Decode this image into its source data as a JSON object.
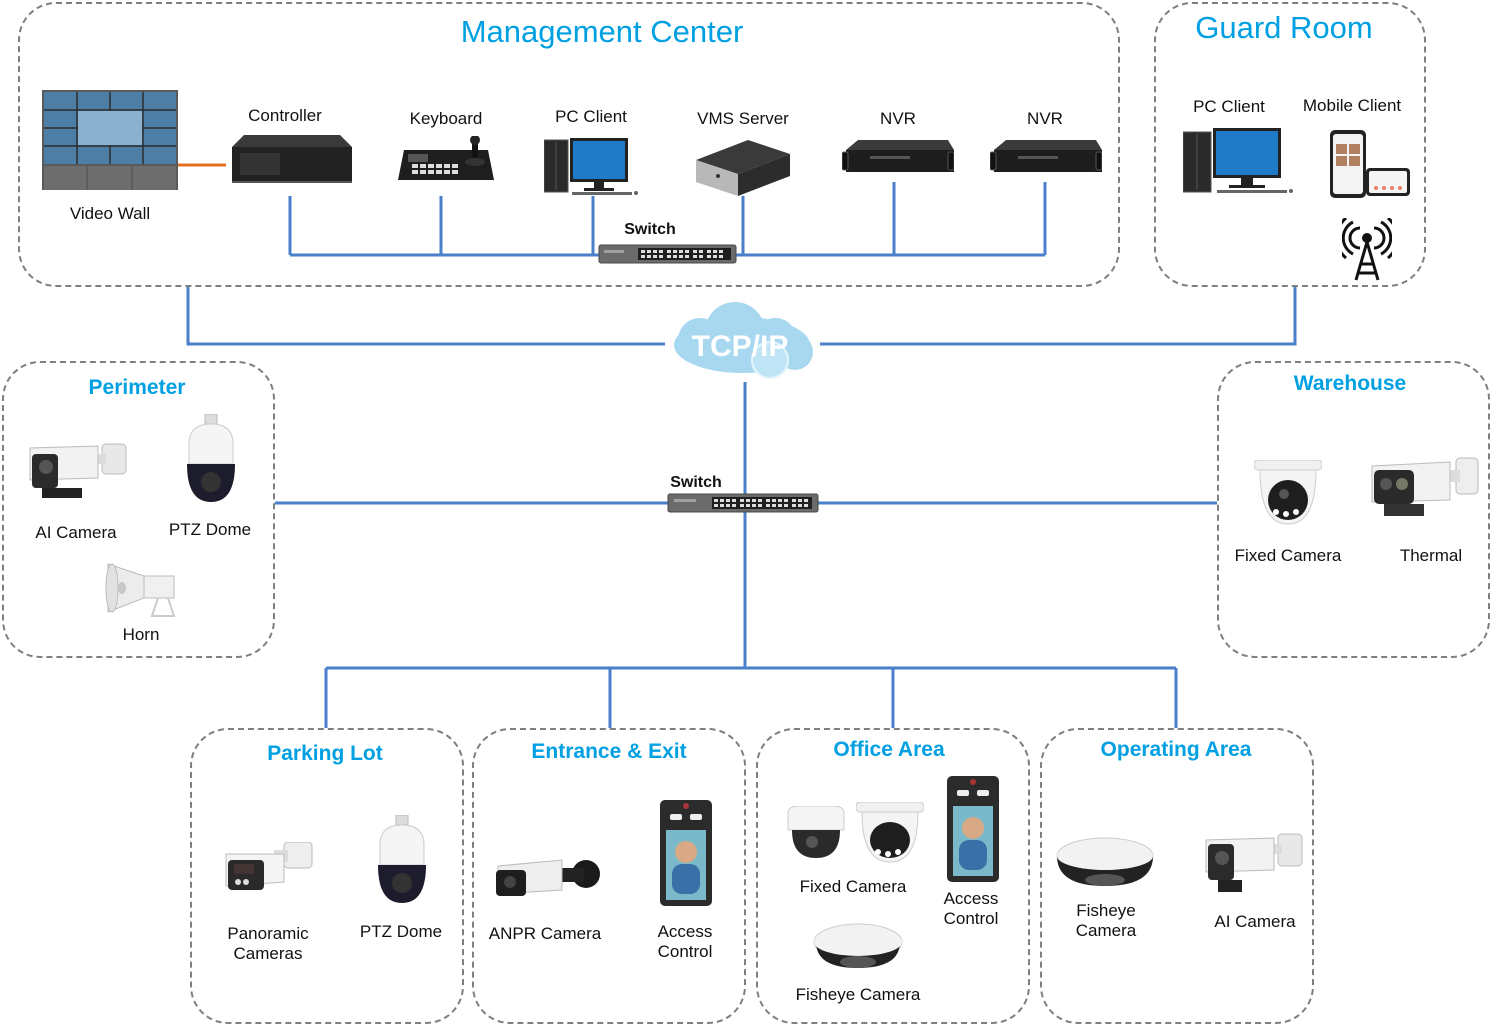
{
  "diagram": {
    "core": {
      "network_label": "TCP/IP",
      "core_switch_label": "Switch"
    },
    "zones": {
      "management_center": {
        "title": "Management Center",
        "switch_label": "Switch",
        "devices": [
          "Video Wall",
          "Controller",
          "Keyboard",
          "PC Client",
          "VMS Server",
          "NVR",
          "NVR"
        ]
      },
      "guard_room": {
        "title": "Guard Room",
        "devices": [
          "PC Client",
          "Mobile Client"
        ]
      },
      "perimeter": {
        "title": "Perimeter",
        "devices": [
          "AI Camera",
          "PTZ Dome",
          "Horn"
        ]
      },
      "warehouse": {
        "title": "Warehouse",
        "devices": [
          "Fixed Camera",
          "Thermal"
        ]
      },
      "parking_lot": {
        "title": "Parking Lot",
        "devices": [
          "Panoramic\nCameras",
          "PTZ Dome"
        ],
        "device_lines": [
          [
            "Panoramic",
            "Cameras"
          ],
          [
            "PTZ Dome"
          ]
        ]
      },
      "entrance_exit": {
        "title": "Entrance & Exit",
        "devices": [
          "ANPR Camera",
          "Access Control"
        ],
        "device_lines": [
          [
            "ANPR Camera"
          ],
          [
            "Access",
            "Control"
          ]
        ]
      },
      "office_area": {
        "title": "Office Area",
        "devices": [
          "Fixed Camera",
          "Access Control",
          "Fisheye Camera"
        ],
        "device_lines": [
          [
            "Fixed Camera"
          ],
          [
            "Access",
            "Control"
          ],
          [
            "Fisheye Camera"
          ]
        ]
      },
      "operating_area": {
        "title": "Operating Area",
        "devices": [
          "Fisheye Camera",
          "AI Camera"
        ],
        "device_lines": [
          [
            "Fisheye",
            "Camera"
          ],
          [
            "AI Camera"
          ]
        ]
      }
    },
    "colors": {
      "zone_title": "#00a0e3",
      "network_line": "#4a7fcb",
      "video_link": "#e07020",
      "zone_border": "#7f7f7f",
      "cloud": "#a8d8f0"
    }
  }
}
